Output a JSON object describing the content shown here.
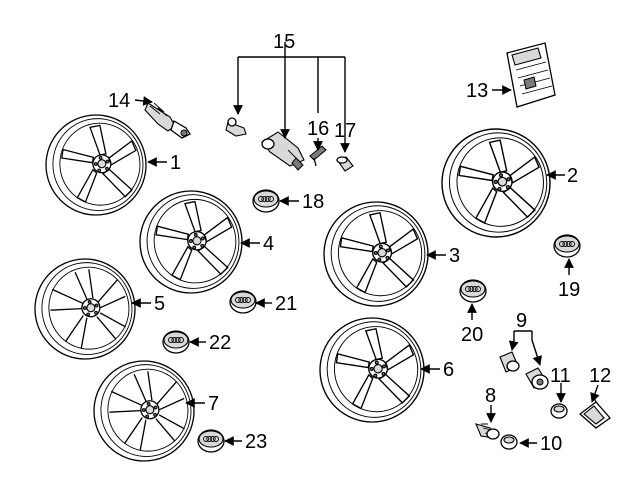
{
  "callouts": [
    {
      "id": "1",
      "label": "1"
    },
    {
      "id": "2",
      "label": "2"
    },
    {
      "id": "3",
      "label": "3"
    },
    {
      "id": "4",
      "label": "4"
    },
    {
      "id": "5",
      "label": "5"
    },
    {
      "id": "6",
      "label": "6"
    },
    {
      "id": "7",
      "label": "7"
    },
    {
      "id": "8",
      "label": "8"
    },
    {
      "id": "9",
      "label": "9"
    },
    {
      "id": "10",
      "label": "10"
    },
    {
      "id": "11",
      "label": "11"
    },
    {
      "id": "12",
      "label": "12"
    },
    {
      "id": "13",
      "label": "13"
    },
    {
      "id": "14",
      "label": "14"
    },
    {
      "id": "15",
      "label": "15"
    },
    {
      "id": "16",
      "label": "16"
    },
    {
      "id": "17",
      "label": "17"
    },
    {
      "id": "18",
      "label": "18"
    },
    {
      "id": "19",
      "label": "19"
    },
    {
      "id": "20",
      "label": "20"
    },
    {
      "id": "21",
      "label": "21"
    },
    {
      "id": "22",
      "label": "22"
    },
    {
      "id": "23",
      "label": "23"
    }
  ]
}
